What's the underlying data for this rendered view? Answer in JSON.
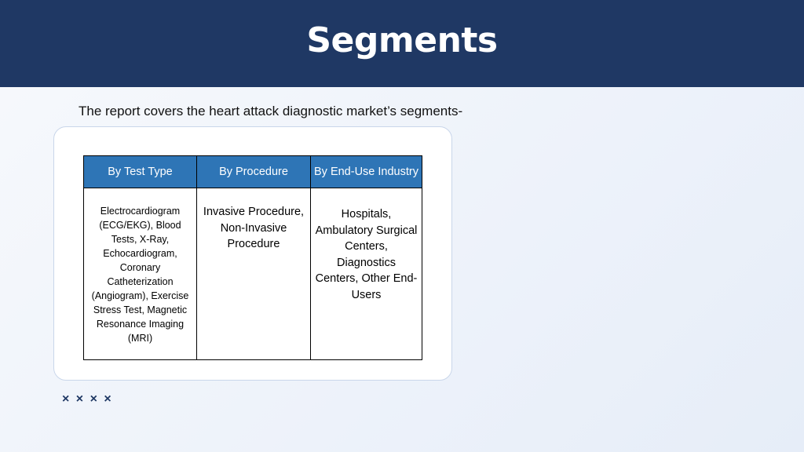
{
  "slide": {
    "title": "Segments",
    "intro": "The report covers the heart attack diagnostic market’s segments-",
    "footer_marks": "× × × ×"
  },
  "table": {
    "headers": [
      "By Test Type",
      "By Procedure",
      "By End-Use Industry"
    ],
    "cells": [
      "Electrocardiogram (ECG/EKG), Blood Tests, X-Ray, Echocardiogram, Coronary Catheterization (Angiogram), Exercise Stress Test, Magnetic Resonance Imaging (MRI)",
      "Invasive Procedure, Non-Invasive Procedure",
      "Hospitals, Ambulatory Surgical Centers, Diagnostics Centers, Other End-Users"
    ]
  },
  "colors": {
    "header_bg": "#1f3864",
    "table_header_bg": "#2e75b6",
    "title_text": "#ffffff"
  }
}
